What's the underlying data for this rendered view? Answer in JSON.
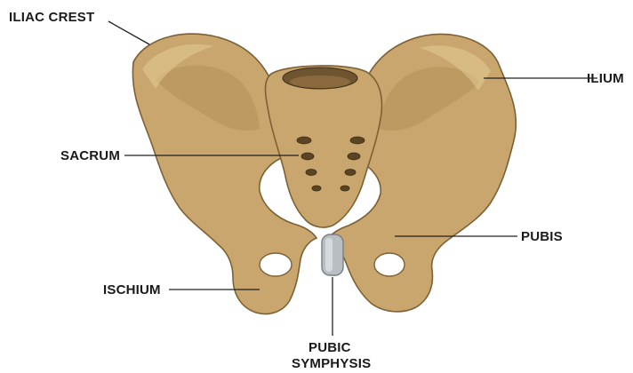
{
  "diagram": {
    "labels": {
      "iliac_crest": "ILIAC CREST",
      "ilium": "ILIUM",
      "sacrum": "SACRUM",
      "pubis": "PUBIS",
      "ischium": "ISCHIUM",
      "pubic_symphysis_line1": "PUBIC",
      "pubic_symphysis_line2": "SYMPHYSIS"
    },
    "colors": {
      "bone": "#c8a66d",
      "bone_outline": "#7d6036",
      "cartilage": "#b9bec3",
      "label_text": "#1a1a1a"
    }
  }
}
